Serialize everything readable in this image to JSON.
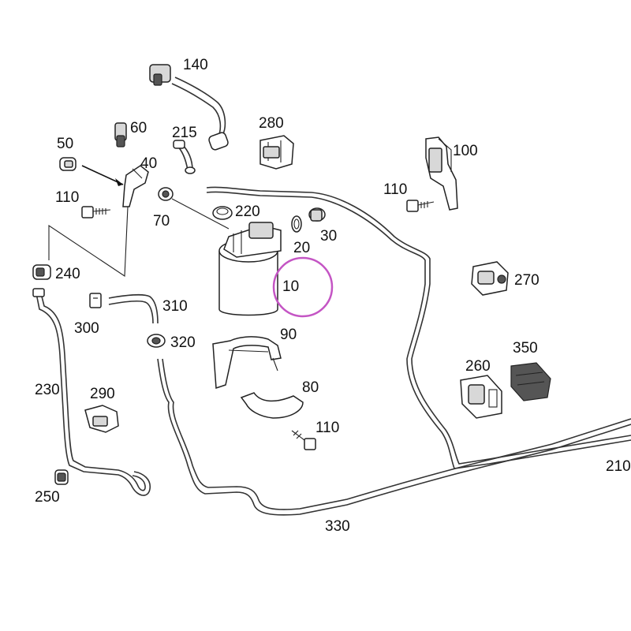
{
  "callouts": {
    "c10": "10",
    "c20": "20",
    "c30": "30",
    "c40": "40",
    "c50": "50",
    "c60": "60",
    "c70": "70",
    "c80": "80",
    "c90": "90",
    "c100": "100",
    "c110a": "110",
    "c110b": "110",
    "c110c": "110",
    "c140": "140",
    "c210": "210",
    "c215": "215",
    "c220": "220",
    "c230": "230",
    "c240": "240",
    "c250": "250",
    "c260": "260",
    "c270": "270",
    "c280": "280",
    "c290": "290",
    "c300": "300",
    "c310": "310",
    "c320": "320",
    "c330": "330",
    "c350": "350"
  },
  "highlight": {
    "target": "10",
    "color": "#c455c4"
  },
  "colors": {
    "line": "#333333",
    "label": "#111111"
  }
}
